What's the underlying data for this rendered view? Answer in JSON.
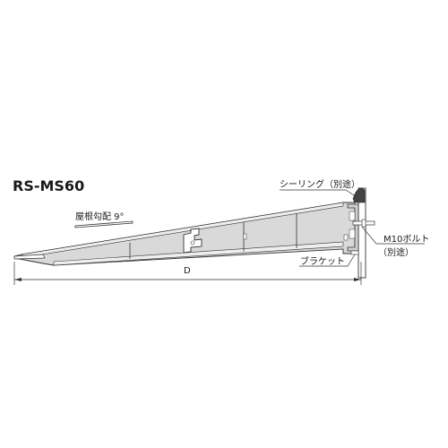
{
  "diagram": {
    "model_name": "RS-MS60",
    "roof_slope_label": "屋根勾配 9°",
    "sealing_label": "シーリング（別途）",
    "bolt_label_line1": "M10ボルト",
    "bolt_label_line2": "（別途）",
    "bracket_label": "ブラケット",
    "dimension_label": "D"
  }
}
